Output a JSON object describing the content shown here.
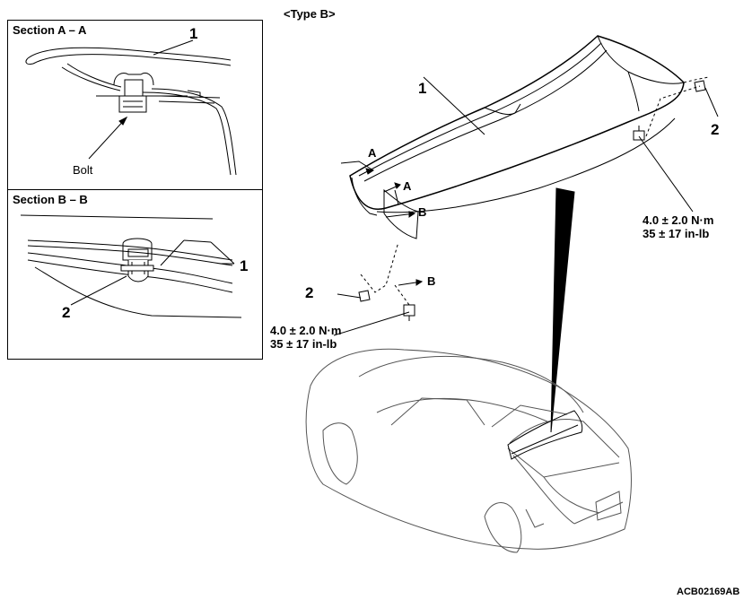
{
  "header": {
    "type_label": "<Type B>"
  },
  "section_a": {
    "title": "Section A – A",
    "part_number": "1",
    "bolt_label": "Bolt"
  },
  "section_b": {
    "title": "Section B – B",
    "part_number_1": "1",
    "part_number_2": "2"
  },
  "main": {
    "spoiler_number": "1",
    "clip_number_right": "2",
    "clip_number_left": "2",
    "section_mark_a1": "A",
    "section_mark_a2": "A",
    "section_mark_b1": "B",
    "section_mark_b2": "B",
    "torque_right": "4.0 ± 2.0 N·m\n35 ± 17 in-lb",
    "torque_left": "4.0 ± 2.0 N·m\n35 ± 17 in-lb"
  },
  "footer": {
    "figure_code": "ACB02169AB"
  }
}
